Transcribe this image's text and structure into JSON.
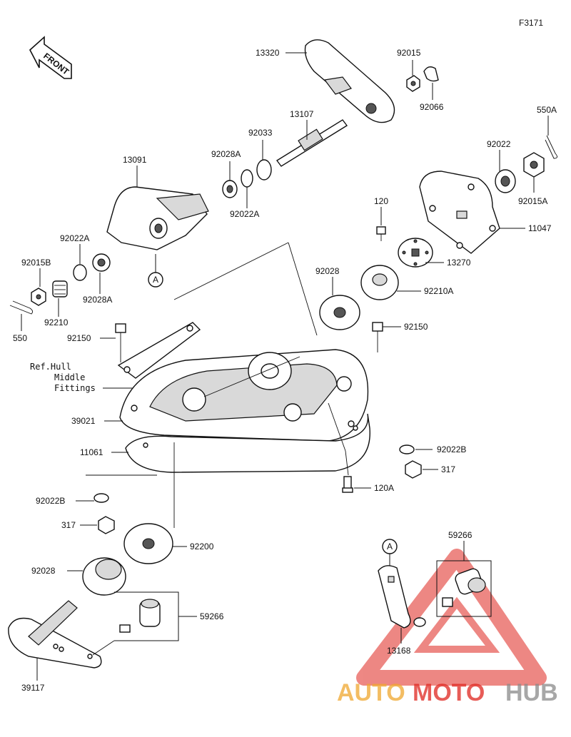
{
  "figure_id": "F3171",
  "front_label": "FRONT",
  "ref_note": [
    "Ref.Hull",
    "Middle",
    "Fittings"
  ],
  "callout_a": "A",
  "colors": {
    "watermark_red": "#e0261f",
    "watermark_orange": "#f0a830",
    "watermark_gray": "#8a8a8a"
  },
  "parts": {
    "p13320": "13320",
    "p92015": "92015",
    "p92066": "92066",
    "p13107": "13107",
    "p92033": "92033",
    "p550A": "550A",
    "p92028A_top": "92028A",
    "p13091": "13091",
    "p92022A_top": "92022A",
    "p92022": "92022",
    "p92015A": "92015A",
    "p120": "120",
    "p11047": "11047",
    "p92022A_left": "92022A",
    "p92015B": "92015B",
    "p92028A_left": "92028A",
    "p13270": "13270",
    "p92028_mid": "92028",
    "p92210A": "92210A",
    "p92210": "92210",
    "p550": "550",
    "p92150_left": "92150",
    "p92150_right": "92150",
    "p39021": "39021",
    "p11061": "11061",
    "p92022B_right": "92022B",
    "p317_right": "317",
    "p120A": "120A",
    "p92022B_left": "92022B",
    "p317_left": "317",
    "p92200": "92200",
    "p59266_right": "59266",
    "p92028_bottom": "92028",
    "p59266_left": "59266",
    "p13168": "13168",
    "p39117": "39117"
  },
  "watermark": {
    "part1": "AUTO",
    "part2": "MOTO",
    "part3": "HUB"
  }
}
